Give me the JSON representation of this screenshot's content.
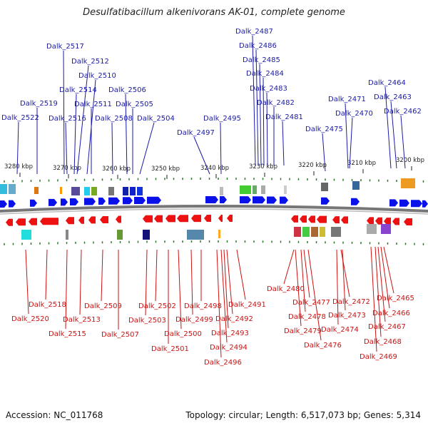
{
  "title": "Desulfatibacillum alkenivorans AK-01, complete genome",
  "footer": {
    "accession": "Accession: NC_011768",
    "summary": "Topology: circular; Length: 6,517,073 bp; Genes: 5,314"
  },
  "scale_ticks": [
    "3280 kbp",
    "3270 kbp",
    "3260 kbp",
    "3250 kbp",
    "3240 kbp",
    "3230 kbp",
    "3220 kbp",
    "3210 kbp",
    "3200 kbp"
  ],
  "top_labels": [
    "Dalk_2487",
    "Dalk_2486",
    "Dalk_2485",
    "Dalk_2484",
    "Dalk_2483",
    "Dalk_2482",
    "Dalk_2481",
    "Dalk_2517",
    "Dalk_2512",
    "Dalk_2510",
    "Dalk_2514",
    "Dalk_2506",
    "Dalk_2519",
    "Dalk_2511",
    "Dalk_2505",
    "Dalk_2522",
    "Dalk_2516",
    "Dalk_2508",
    "Dalk_2504",
    "Dalk_2495",
    "Dalk_2497",
    "Dalk_2475",
    "Dalk_2471",
    "Dalk_2470",
    "Dalk_2464",
    "Dalk_2463",
    "Dalk_2462"
  ],
  "bottom_labels": [
    "Dalk_2480",
    "Dalk_2518",
    "Dalk_2509",
    "Dalk_2502",
    "Dalk_2498",
    "Dalk_2491",
    "Dalk_2477",
    "Dalk_2472",
    "Dalk_2465",
    "Dalk_2520",
    "Dalk_2513",
    "Dalk_2503",
    "Dalk_2499",
    "Dalk_2492",
    "Dalk_2478",
    "Dalk_2473",
    "Dalk_2466",
    "Dalk_2515",
    "Dalk_2507",
    "Dalk_2500",
    "Dalk_2493",
    "Dalk_2479",
    "Dalk_2474",
    "Dalk_2467",
    "Dalk_2501",
    "Dalk_2494",
    "Dalk_2476",
    "Dalk_2468",
    "Dalk_2496",
    "Dalk_2469"
  ],
  "colors": {
    "forward_gene": "#0a10e8",
    "reverse_gene": "#ee1111",
    "top_label": "#1a1aa8",
    "bottom_label": "#cc1111",
    "tick": "#2a7a2a",
    "backbone": "#777777"
  }
}
